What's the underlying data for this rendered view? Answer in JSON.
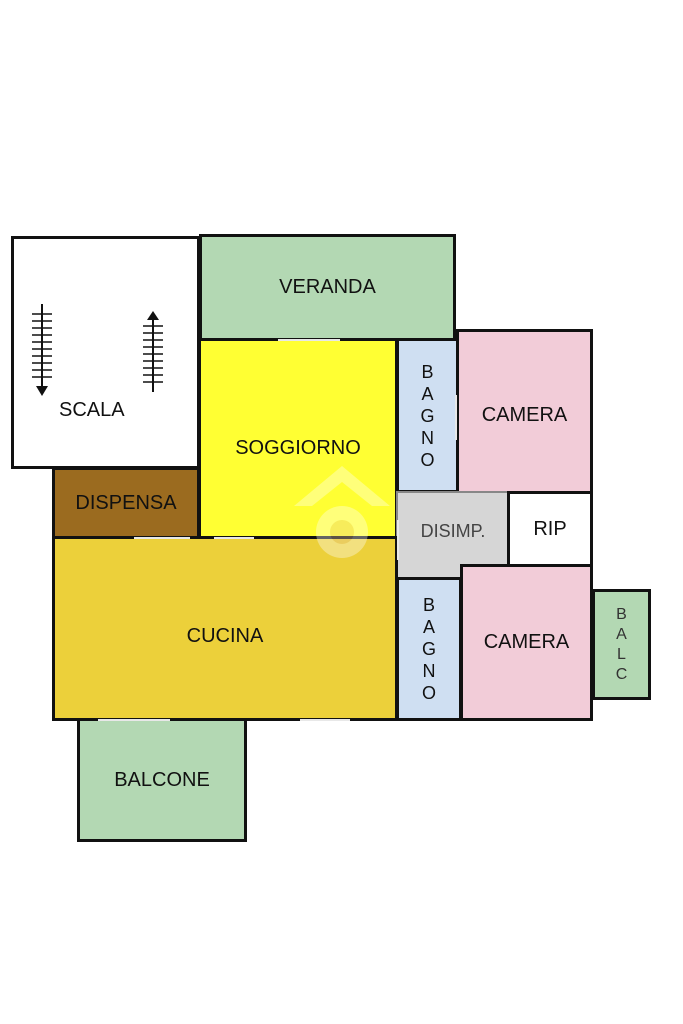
{
  "rooms": {
    "scala": {
      "label": "SCALA",
      "color": "#ffffff"
    },
    "veranda": {
      "label": "VERANDA",
      "color": "#b3d8b3"
    },
    "soggiorno": {
      "label": "SOGGIORNO",
      "color": "#ffff33"
    },
    "bagno_top": {
      "letters": [
        "B",
        "A",
        "G",
        "N",
        "O"
      ],
      "color": "#cfdff2"
    },
    "camera_top": {
      "label": "CAMERA",
      "color": "#f2ccd8"
    },
    "dispensa": {
      "label": "DISPENSA",
      "color": "#9b6b1f"
    },
    "disimp": {
      "label": "DISIMP.",
      "color": "#d6d6d6"
    },
    "rip": {
      "label": "RIP",
      "color": "#ffffff"
    },
    "cucina": {
      "label": "CUCINA",
      "color": "#ecd03a"
    },
    "bagno_bottom": {
      "letters": [
        "B",
        "A",
        "G",
        "N",
        "O"
      ],
      "color": "#cfdff2"
    },
    "camera_bottom": {
      "label": "CAMERA",
      "color": "#f2ccd8"
    },
    "balc": {
      "letters": [
        "B",
        "A",
        "L",
        "C"
      ],
      "color": "#b3d8b3"
    },
    "balcone": {
      "label": "BALCONE",
      "color": "#b3d8b3"
    }
  },
  "icons": {
    "stairs_down": "stairs-down-arrow-icon",
    "stairs_up": "stairs-up-arrow-icon",
    "watermark": "house-logo-watermark-icon"
  }
}
